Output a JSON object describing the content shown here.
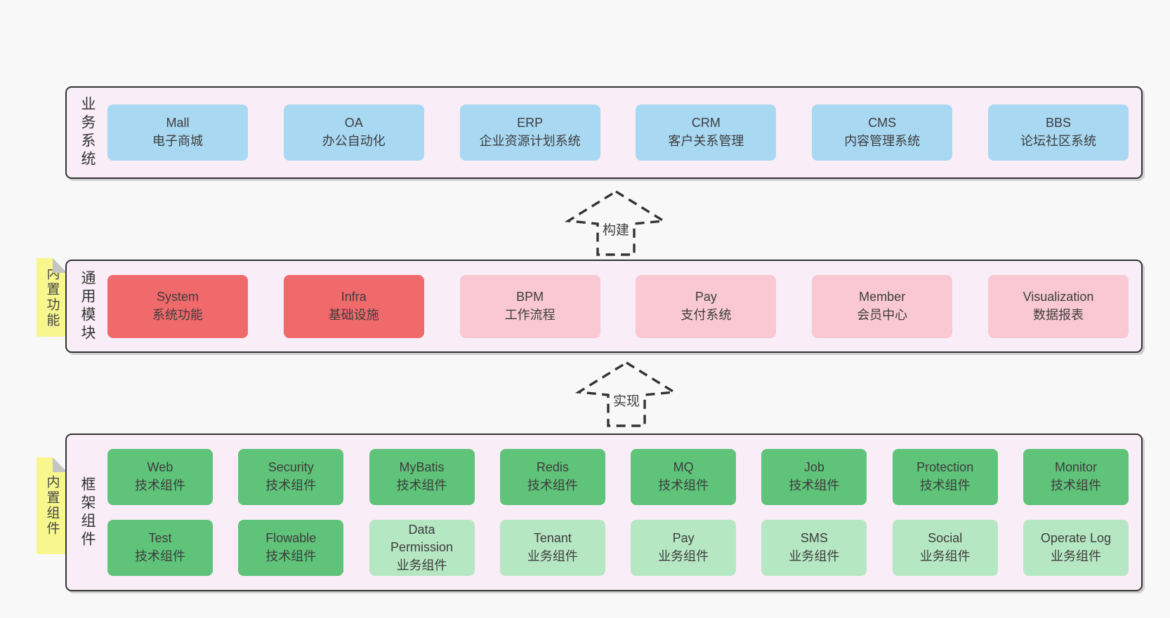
{
  "colors": {
    "page_bg": "#f8f8f8",
    "panel_bg": "#f9eef7",
    "panel_border": "#333333",
    "note_bg": "#f8f78e",
    "note_fold": "#c4c4c4",
    "text": "#3d3d3d",
    "arrow": "#333333",
    "blue": "#a9d8f3",
    "red": "#f0696b",
    "pink": "#f9c8d2",
    "green": "#5fc379",
    "lightgreen": "#b6e7c3"
  },
  "arrows": [
    {
      "label": "构建"
    },
    {
      "label": "实现"
    }
  ],
  "layers": [
    {
      "id": "business",
      "label": "业务系统",
      "note": null,
      "rows": [
        [
          {
            "title": "Mall",
            "subtitle": "电子商城",
            "variant": "blue"
          },
          {
            "title": "OA",
            "subtitle": "办公自动化",
            "variant": "blue"
          },
          {
            "title": "ERP",
            "subtitle": "企业资源计划系统",
            "variant": "blue"
          },
          {
            "title": "CRM",
            "subtitle": "客户关系管理",
            "variant": "blue"
          },
          {
            "title": "CMS",
            "subtitle": "内容管理系统",
            "variant": "blue"
          },
          {
            "title": "BBS",
            "subtitle": "论坛社区系统",
            "variant": "blue"
          }
        ]
      ]
    },
    {
      "id": "modules",
      "label": "通用模块",
      "note": "内置功能",
      "rows": [
        [
          {
            "title": "System",
            "subtitle": "系统功能",
            "variant": "red"
          },
          {
            "title": "Infra",
            "subtitle": "基础设施",
            "variant": "red"
          },
          {
            "title": "BPM",
            "subtitle": "工作流程",
            "variant": "pink"
          },
          {
            "title": "Pay",
            "subtitle": "支付系统",
            "variant": "pink"
          },
          {
            "title": "Member",
            "subtitle": "会员中心",
            "variant": "pink"
          },
          {
            "title": "Visualization",
            "subtitle": "数据报表",
            "variant": "pink"
          }
        ]
      ]
    },
    {
      "id": "framework",
      "label": "框架组件",
      "note": "内置组件",
      "rows": [
        [
          {
            "title": "Web",
            "subtitle": "技术组件",
            "variant": "green"
          },
          {
            "title": "Security",
            "subtitle": "技术组件",
            "variant": "green"
          },
          {
            "title": "MyBatis",
            "subtitle": "技术组件",
            "variant": "green"
          },
          {
            "title": "Redis",
            "subtitle": "技术组件",
            "variant": "green"
          },
          {
            "title": "MQ",
            "subtitle": "技术组件",
            "variant": "green"
          },
          {
            "title": "Job",
            "subtitle": "技术组件",
            "variant": "green"
          },
          {
            "title": "Protection",
            "subtitle": "技术组件",
            "variant": "green"
          },
          {
            "title": "Monitor",
            "subtitle": "技术组件",
            "variant": "green"
          }
        ],
        [
          {
            "title": "Test",
            "subtitle": "技术组件",
            "variant": "green"
          },
          {
            "title": "Flowable",
            "subtitle": "技术组件",
            "variant": "green"
          },
          {
            "title": "Data Permission",
            "subtitle": "业务组件",
            "variant": "lightgreen"
          },
          {
            "title": "Tenant",
            "subtitle": "业务组件",
            "variant": "lightgreen"
          },
          {
            "title": "Pay",
            "subtitle": "业务组件",
            "variant": "lightgreen"
          },
          {
            "title": "SMS",
            "subtitle": "业务组件",
            "variant": "lightgreen"
          },
          {
            "title": "Social",
            "subtitle": "业务组件",
            "variant": "lightgreen"
          },
          {
            "title": "Operate Log",
            "subtitle": "业务组件",
            "variant": "lightgreen"
          }
        ]
      ]
    }
  ]
}
